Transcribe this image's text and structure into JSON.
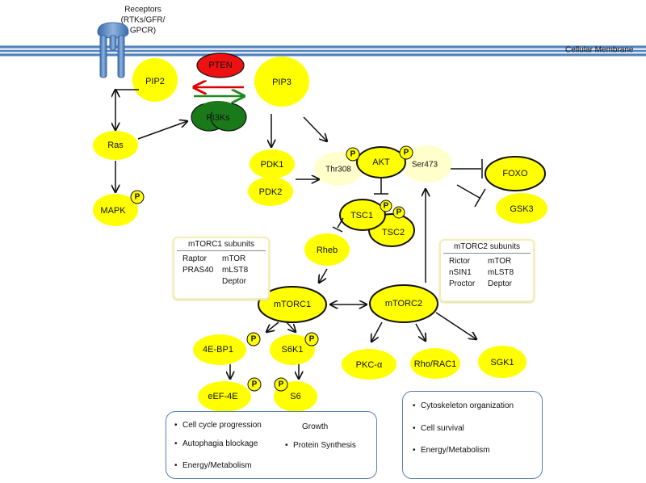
{
  "receptor": {
    "label_lines": [
      "Receptors",
      "(RTKs/GFR/",
      "GPCR)"
    ]
  },
  "membrane_label": "Cellular Membrane",
  "nodes": {
    "pip2": "PIP2",
    "pip3": "PIP3",
    "pten": "PTEN",
    "pi3ks": "PI3Ks",
    "ras": "Ras",
    "mapk": "MAPK",
    "pdk1": "PDK1",
    "pdk2": "PDK2",
    "thr308": "Thr308",
    "akt": "AKT",
    "ser473": "Ser473",
    "foxo": "FOXO",
    "gsk3": "GSK3",
    "tsc1": "TSC1",
    "tsc2": "TSC2",
    "rheb": "Rheb",
    "mtorc1": "mTORC1",
    "mtorc2": "mTORC2",
    "ebp1": "4E-BP1",
    "s6k1": "S6K1",
    "eef4e": "eEF-4E",
    "s6": "S6",
    "pkc": "PKC-α",
    "rho": "Rho/RAC1",
    "sgk1": "SGK1"
  },
  "phospho_label": "P",
  "mtorc1_subunits": {
    "title": "mTORC1 subunits",
    "items": [
      "Raptor",
      "mTOR",
      "PRAS40",
      "mLST8",
      "",
      "Deptor"
    ]
  },
  "mtorc2_subunits": {
    "title": "mTORC2 subunits",
    "items": [
      "Rictor",
      "mTOR",
      "nSIN1",
      "mLST8",
      "Proctor",
      "Deptor"
    ]
  },
  "mtorc1_outcomes": {
    "items": [
      "Cell cycle progression",
      "Autophagia blockage",
      "Energy/Metabolism",
      "Protein Synthesis"
    ],
    "heading": "Growth"
  },
  "mtorc2_outcomes": {
    "items": [
      "Cytoskeleton organization",
      "Cell survival",
      "Energy/Metabolism"
    ]
  },
  "colors": {
    "node_yellow": "#ffff00",
    "pale_yellow": "#ffffcc",
    "pten_red": "#ee1111",
    "pi3k_green": "#1a7a1a",
    "membrane_blue": "#4f81bd",
    "inhibit_red": "#dd0000",
    "activate_green": "#1f8a1f",
    "box_border": "#5b7fb0"
  }
}
